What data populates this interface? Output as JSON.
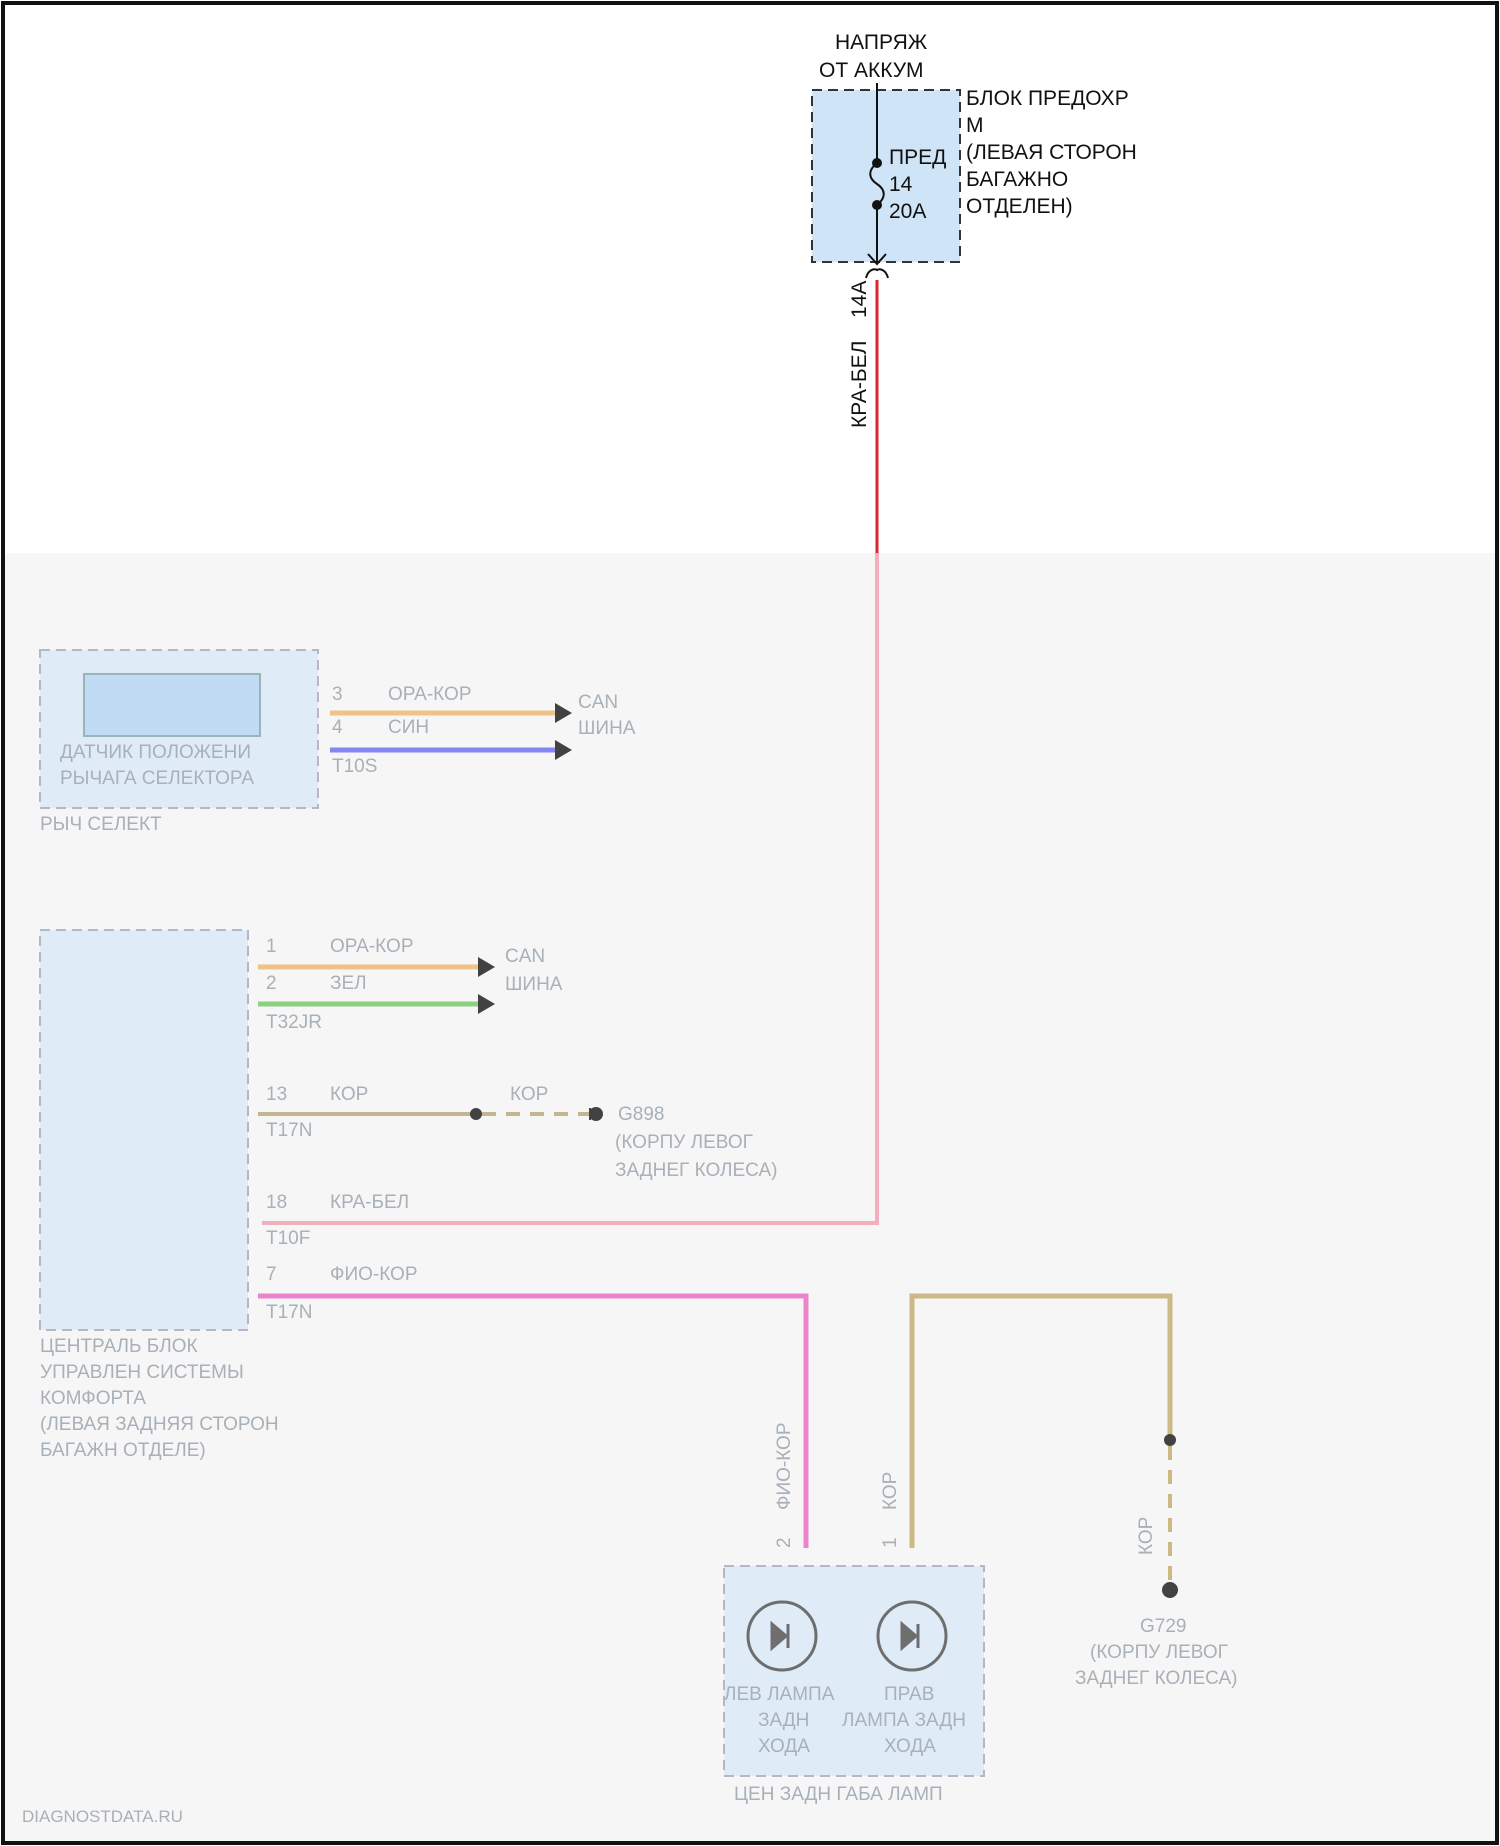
{
  "colors": {
    "wire_red": "#d8262e",
    "wire_pink_light": "#f2a2b4",
    "wire_orange": "#f0b877",
    "wire_blue": "#6f72f0",
    "wire_green": "#7cc86e",
    "wire_brown": "#b9a980",
    "wire_magenta": "#ea6fc3",
    "wire_tan": "#c6ae72",
    "block_fill": "#cfe4f7",
    "block_fill_faded": "#dbe9f7",
    "blur_overlay": "#f6f6f6"
  },
  "top": {
    "power_line1": "НАПРЯЖ",
    "power_line2": "ОТ АККУМ",
    "fuse_block": [
      "БЛОК ПРЕДОХР",
      "М",
      "(ЛЕВАЯ СТОРОН",
      "БАГАЖНО",
      "ОТДЕЛЕН)"
    ],
    "fuse_name": "ПРЕД",
    "fuse_num": "14",
    "fuse_rating": "20A",
    "pin_label": "14A",
    "wire_label": "КРА-БЕЛ"
  },
  "sensor": {
    "title": [
      "ДАТЧИК ПОЛОЖЕНИ",
      "РЫЧАГА СЕЛЕКТОРА"
    ],
    "footer": "РЫЧ СЕЛЕКТ",
    "connector": "T10S",
    "wires": [
      {
        "pin": "3",
        "label": "ОРА-КОР",
        "color_key": "wire_orange"
      },
      {
        "pin": "4",
        "label": "СИН",
        "color_key": "wire_blue"
      }
    ],
    "bus": [
      "CAN",
      "ШИНА"
    ]
  },
  "module": {
    "title": [
      "ЦЕНТРАЛЬ БЛОК",
      "УПРАВЛЕН СИСТЕМЫ",
      "КОМФОРТА",
      "(ЛЕВАЯ ЗАДНЯЯ СТОРОН",
      "БАГАЖН ОТДЕЛЕ)"
    ],
    "can_wires": [
      {
        "pin": "1",
        "label": "ОРА-КОР",
        "color_key": "wire_orange"
      },
      {
        "pin": "2",
        "label": "ЗЕЛ",
        "color_key": "wire_green"
      }
    ],
    "can_connector": "T32JR",
    "bus": [
      "CAN",
      "ШИНА"
    ],
    "ground": {
      "pin": "13",
      "wire": "КОР",
      "wire2": "КОР",
      "connector": "T17N",
      "name": "G898",
      "desc": [
        "(КОРПУ ЛЕВОГ",
        "ЗАДНЕГ КОЛЕСА)"
      ]
    },
    "power": {
      "pin": "18",
      "wire": "КРА-БЕЛ",
      "connector": "T10F"
    },
    "lamp_feed": {
      "pin": "7",
      "wire": "ФИО-КОР",
      "connector": "T17N"
    }
  },
  "lamps": {
    "left_label": [
      "ЛЕВ ЛАМПА",
      "ЗАДН",
      "ХОДА"
    ],
    "right_label": [
      "ПРАВ",
      "ЛАМПА ЗАДН",
      "ХОДА"
    ],
    "footer": "ЦЕН ЗАДН ГАБА ЛАМП",
    "left_pin": "2",
    "left_wire": "ФИО-КОР",
    "right_pin": "1",
    "right_wire": "КОР"
  },
  "ground2": {
    "wire": "КОР",
    "name": "G729",
    "desc": [
      "(КОРПУ ЛЕВОГ",
      "ЗАДНЕГ КОЛЕСА)"
    ]
  },
  "watermark": "DIAGNOSTDATA.RU"
}
